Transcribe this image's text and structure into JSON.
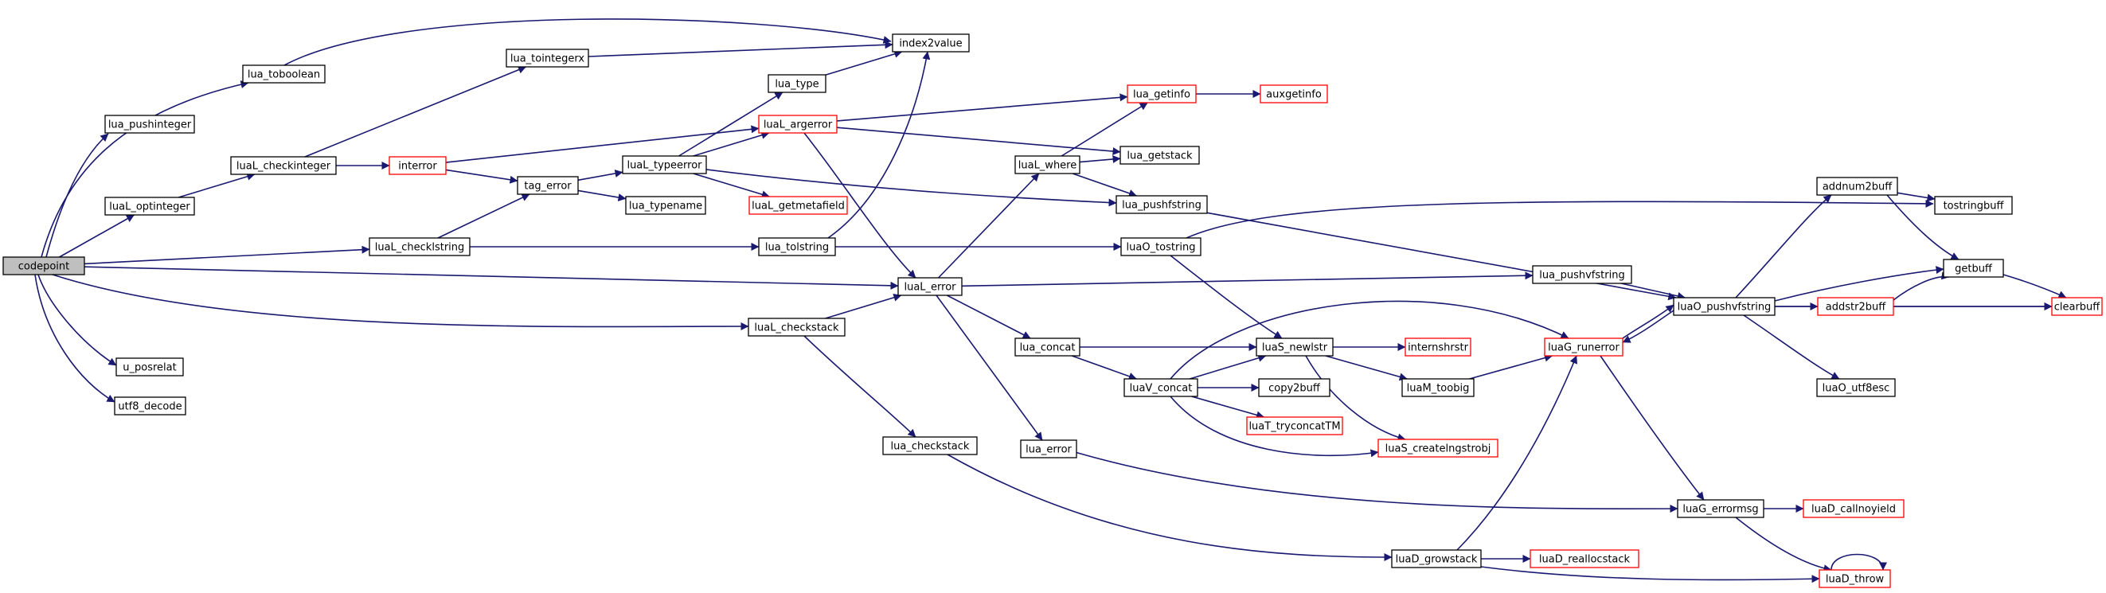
{
  "colors": {
    "edge": "#191970",
    "node_border_normal": "#000000",
    "node_border_truncated": "#ff0000",
    "root_fill": "#bfbfbf",
    "node_fill": "#ffffff"
  },
  "root": "codepoint",
  "nodes": [
    {
      "id": "codepoint",
      "label": "codepoint",
      "style": "root"
    },
    {
      "id": "lua_pushinteger",
      "label": "lua_pushinteger",
      "style": "normal"
    },
    {
      "id": "lua_toboolean",
      "label": "lua_toboolean",
      "style": "normal"
    },
    {
      "id": "luaL_optinteger",
      "label": "luaL_optinteger",
      "style": "normal"
    },
    {
      "id": "luaL_checkinteger",
      "label": "luaL_checkinteger",
      "style": "normal"
    },
    {
      "id": "lua_tointegerx",
      "label": "lua_tointegerx",
      "style": "normal"
    },
    {
      "id": "interror",
      "label": "interror",
      "style": "truncated"
    },
    {
      "id": "index2value",
      "label": "index2value",
      "style": "normal"
    },
    {
      "id": "lua_type",
      "label": "lua_type",
      "style": "normal"
    },
    {
      "id": "luaL_argerror",
      "label": "luaL_argerror",
      "style": "truncated"
    },
    {
      "id": "tag_error",
      "label": "tag_error",
      "style": "normal"
    },
    {
      "id": "luaL_typeerror",
      "label": "luaL_typeerror",
      "style": "normal"
    },
    {
      "id": "lua_typename",
      "label": "lua_typename",
      "style": "normal"
    },
    {
      "id": "luaL_getmetafield",
      "label": "luaL_getmetafield",
      "style": "truncated"
    },
    {
      "id": "luaL_checklstring",
      "label": "luaL_checklstring",
      "style": "normal"
    },
    {
      "id": "lua_tolstring",
      "label": "lua_tolstring",
      "style": "normal"
    },
    {
      "id": "luaL_error",
      "label": "luaL_error",
      "style": "normal"
    },
    {
      "id": "luaL_checkstack",
      "label": "luaL_checkstack",
      "style": "normal"
    },
    {
      "id": "u_posrelat",
      "label": "u_posrelat",
      "style": "normal"
    },
    {
      "id": "utf8_decode",
      "label": "utf8_decode",
      "style": "normal"
    },
    {
      "id": "lua_checkstack",
      "label": "lua_checkstack",
      "style": "normal"
    },
    {
      "id": "lua_getinfo",
      "label": "lua_getinfo",
      "style": "truncated"
    },
    {
      "id": "auxgetinfo",
      "label": "auxgetinfo",
      "style": "truncated"
    },
    {
      "id": "luaL_where",
      "label": "luaL_where",
      "style": "normal"
    },
    {
      "id": "lua_getstack",
      "label": "lua_getstack",
      "style": "normal"
    },
    {
      "id": "lua_pushfstring",
      "label": "lua_pushfstring",
      "style": "normal"
    },
    {
      "id": "luaO_tostring",
      "label": "luaO_tostring",
      "style": "normal"
    },
    {
      "id": "lua_concat",
      "label": "lua_concat",
      "style": "normal"
    },
    {
      "id": "luaV_concat",
      "label": "luaV_concat",
      "style": "normal"
    },
    {
      "id": "lua_error",
      "label": "lua_error",
      "style": "normal"
    },
    {
      "id": "luaS_newlstr",
      "label": "luaS_newlstr",
      "style": "normal"
    },
    {
      "id": "internshrstr",
      "label": "internshrstr",
      "style": "truncated"
    },
    {
      "id": "luaM_toobig",
      "label": "luaM_toobig",
      "style": "normal"
    },
    {
      "id": "copy2buff",
      "label": "copy2buff",
      "style": "normal"
    },
    {
      "id": "luaT_tryconcatTM",
      "label": "luaT_tryconcatTM",
      "style": "truncated"
    },
    {
      "id": "luaS_createlngstrobj",
      "label": "luaS_createlngstrobj",
      "style": "truncated"
    },
    {
      "id": "lua_pushvfstring",
      "label": "lua_pushvfstring",
      "style": "normal"
    },
    {
      "id": "luaG_runerror",
      "label": "luaG_runerror",
      "style": "truncated"
    },
    {
      "id": "luaO_pushvfstring",
      "label": "luaO_pushvfstring",
      "style": "normal"
    },
    {
      "id": "addnum2buff",
      "label": "addnum2buff",
      "style": "normal"
    },
    {
      "id": "tostringbuff",
      "label": "tostringbuff",
      "style": "normal"
    },
    {
      "id": "getbuff",
      "label": "getbuff",
      "style": "normal"
    },
    {
      "id": "addstr2buff",
      "label": "addstr2buff",
      "style": "truncated"
    },
    {
      "id": "clearbuff",
      "label": "clearbuff",
      "style": "truncated"
    },
    {
      "id": "luaO_utf8esc",
      "label": "luaO_utf8esc",
      "style": "normal"
    },
    {
      "id": "luaG_errormsg",
      "label": "luaG_errormsg",
      "style": "normal"
    },
    {
      "id": "luaD_callnoyield",
      "label": "luaD_callnoyield",
      "style": "truncated"
    },
    {
      "id": "luaD_growstack",
      "label": "luaD_growstack",
      "style": "normal"
    },
    {
      "id": "luaD_reallocstack",
      "label": "luaD_reallocstack",
      "style": "truncated"
    },
    {
      "id": "luaD_throw",
      "label": "luaD_throw",
      "style": "truncated"
    }
  ],
  "edges": [
    {
      "from": "codepoint",
      "to": "lua_pushinteger"
    },
    {
      "from": "codepoint",
      "to": "lua_toboolean"
    },
    {
      "from": "codepoint",
      "to": "luaL_optinteger"
    },
    {
      "from": "codepoint",
      "to": "luaL_checklstring"
    },
    {
      "from": "codepoint",
      "to": "luaL_error"
    },
    {
      "from": "codepoint",
      "to": "luaL_checkstack"
    },
    {
      "from": "codepoint",
      "to": "u_posrelat"
    },
    {
      "from": "codepoint",
      "to": "utf8_decode"
    },
    {
      "from": "lua_toboolean",
      "to": "index2value"
    },
    {
      "from": "luaL_optinteger",
      "to": "luaL_checkinteger"
    },
    {
      "from": "luaL_checkinteger",
      "to": "lua_tointegerx"
    },
    {
      "from": "luaL_checkinteger",
      "to": "interror"
    },
    {
      "from": "lua_tointegerx",
      "to": "index2value"
    },
    {
      "from": "interror",
      "to": "luaL_argerror"
    },
    {
      "from": "interror",
      "to": "tag_error"
    },
    {
      "from": "tag_error",
      "to": "luaL_typeerror"
    },
    {
      "from": "tag_error",
      "to": "lua_typename"
    },
    {
      "from": "luaL_typeerror",
      "to": "lua_type"
    },
    {
      "from": "luaL_typeerror",
      "to": "luaL_argerror"
    },
    {
      "from": "luaL_typeerror",
      "to": "luaL_getmetafield"
    },
    {
      "from": "luaL_typeerror",
      "to": "lua_pushfstring"
    },
    {
      "from": "lua_type",
      "to": "index2value"
    },
    {
      "from": "luaL_argerror",
      "to": "lua_getinfo"
    },
    {
      "from": "luaL_argerror",
      "to": "lua_getstack"
    },
    {
      "from": "luaL_argerror",
      "to": "luaL_error"
    },
    {
      "from": "luaL_checklstring",
      "to": "tag_error"
    },
    {
      "from": "luaL_checklstring",
      "to": "lua_tolstring"
    },
    {
      "from": "lua_tolstring",
      "to": "index2value"
    },
    {
      "from": "lua_tolstring",
      "to": "luaO_tostring"
    },
    {
      "from": "luaL_checkstack",
      "to": "luaL_error"
    },
    {
      "from": "luaL_checkstack",
      "to": "lua_checkstack"
    },
    {
      "from": "luaL_error",
      "to": "luaL_where"
    },
    {
      "from": "luaL_error",
      "to": "lua_pushvfstring"
    },
    {
      "from": "luaL_error",
      "to": "lua_concat"
    },
    {
      "from": "luaL_error",
      "to": "lua_error"
    },
    {
      "from": "lua_getinfo",
      "to": "auxgetinfo"
    },
    {
      "from": "luaL_where",
      "to": "lua_getinfo"
    },
    {
      "from": "luaL_where",
      "to": "lua_getstack"
    },
    {
      "from": "luaL_where",
      "to": "lua_pushfstring"
    },
    {
      "from": "lua_pushfstring",
      "to": "luaO_pushvfstring"
    },
    {
      "from": "luaO_tostring",
      "to": "tostringbuff"
    },
    {
      "from": "luaO_tostring",
      "to": "luaS_newlstr"
    },
    {
      "from": "lua_concat",
      "to": "luaS_newlstr"
    },
    {
      "from": "lua_concat",
      "to": "luaV_concat"
    },
    {
      "from": "luaV_concat",
      "to": "luaS_newlstr"
    },
    {
      "from": "luaV_concat",
      "to": "luaG_runerror"
    },
    {
      "from": "luaV_concat",
      "to": "copy2buff"
    },
    {
      "from": "luaV_concat",
      "to": "luaT_tryconcatTM"
    },
    {
      "from": "luaV_concat",
      "to": "luaS_createlngstrobj"
    },
    {
      "from": "luaS_newlstr",
      "to": "internshrstr"
    },
    {
      "from": "luaS_newlstr",
      "to": "luaM_toobig"
    },
    {
      "from": "luaS_newlstr",
      "to": "luaS_createlngstrobj"
    },
    {
      "from": "luaM_toobig",
      "to": "luaG_runerror"
    },
    {
      "from": "lua_checkstack",
      "to": "luaD_growstack"
    },
    {
      "from": "lua_error",
      "to": "luaG_errormsg"
    },
    {
      "from": "lua_pushvfstring",
      "to": "luaO_pushvfstring"
    },
    {
      "from": "luaG_runerror",
      "to": "luaO_pushvfstring"
    },
    {
      "from": "luaG_runerror",
      "to": "luaG_errormsg"
    },
    {
      "from": "luaO_pushvfstring",
      "to": "luaG_runerror"
    },
    {
      "from": "luaO_pushvfstring",
      "to": "addnum2buff"
    },
    {
      "from": "luaO_pushvfstring",
      "to": "getbuff"
    },
    {
      "from": "luaO_pushvfstring",
      "to": "addstr2buff"
    },
    {
      "from": "luaO_pushvfstring",
      "to": "clearbuff"
    },
    {
      "from": "luaO_pushvfstring",
      "to": "luaO_utf8esc"
    },
    {
      "from": "addnum2buff",
      "to": "tostringbuff"
    },
    {
      "from": "addnum2buff",
      "to": "getbuff"
    },
    {
      "from": "addstr2buff",
      "to": "getbuff"
    },
    {
      "from": "addstr2buff",
      "to": "clearbuff"
    },
    {
      "from": "getbuff",
      "to": "clearbuff"
    },
    {
      "from": "luaG_errormsg",
      "to": "luaD_callnoyield"
    },
    {
      "from": "luaG_errormsg",
      "to": "luaD_throw"
    },
    {
      "from": "luaD_growstack",
      "to": "luaG_runerror"
    },
    {
      "from": "luaD_growstack",
      "to": "luaD_reallocstack"
    },
    {
      "from": "luaD_growstack",
      "to": "luaD_throw"
    },
    {
      "from": "luaD_throw",
      "to": "luaD_throw"
    }
  ]
}
